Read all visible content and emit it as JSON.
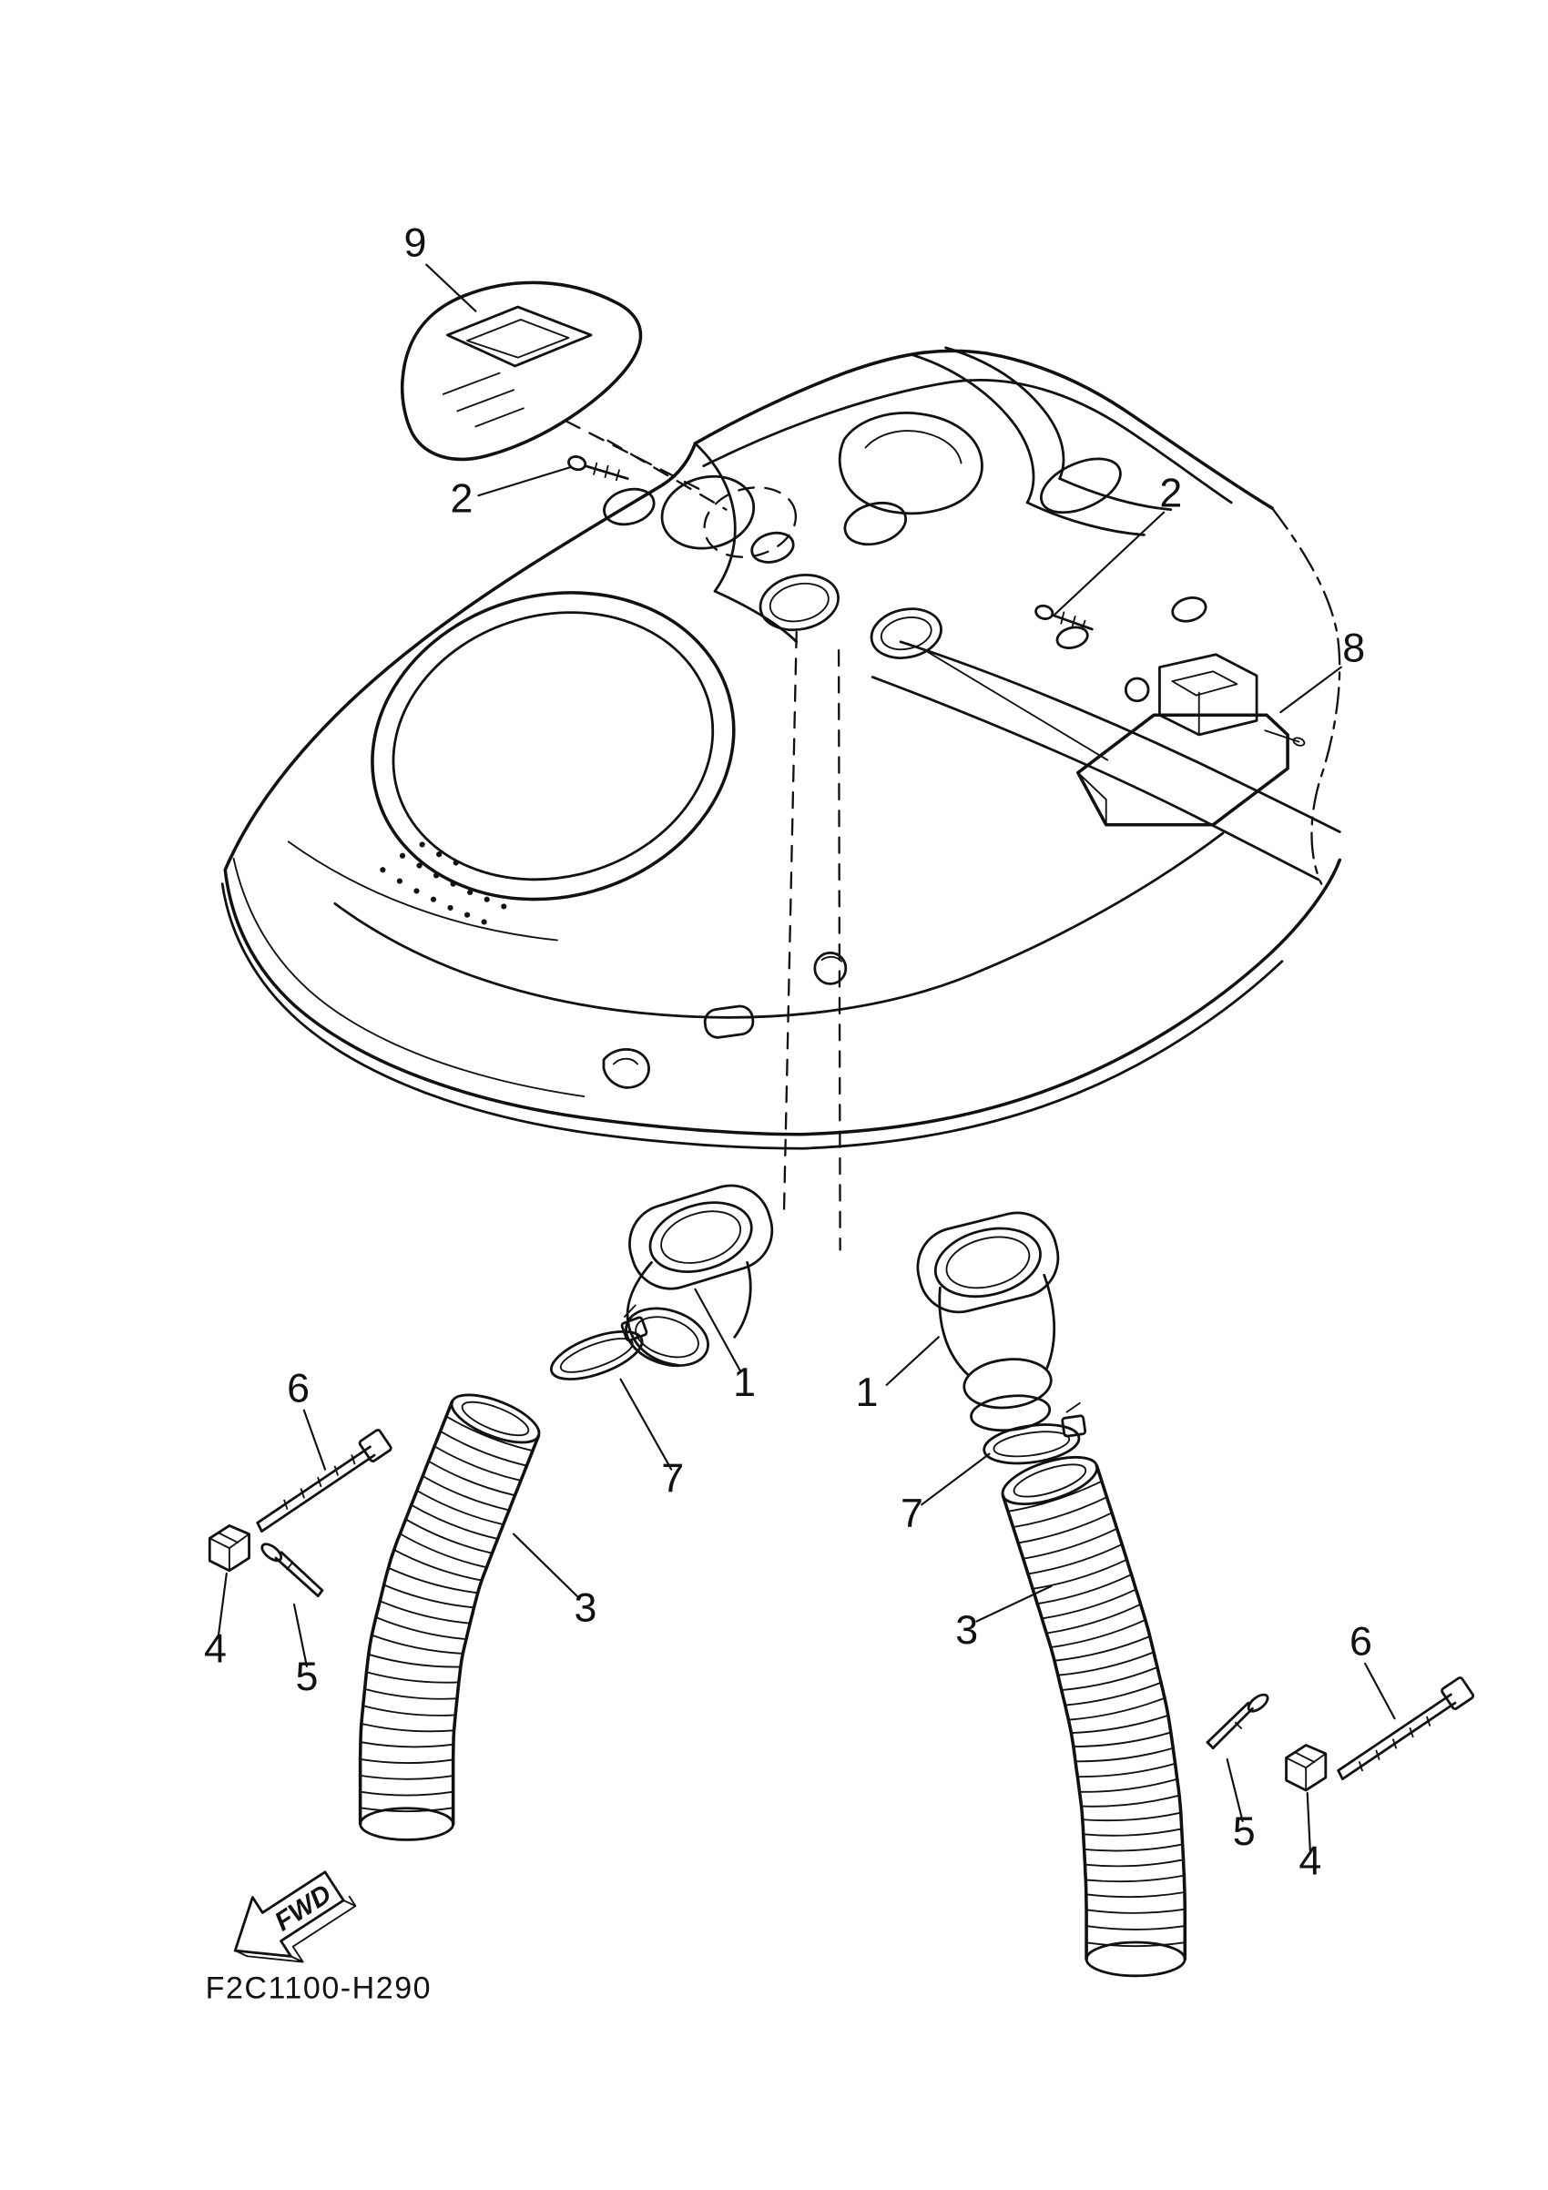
{
  "diagram": {
    "drawing_code": "F2C1100-H290",
    "fwd_label": "FWD",
    "colors": {
      "ink": "#111111",
      "paper": "#ffffff"
    },
    "callouts": [
      "9",
      "2",
      "2",
      "8",
      "1",
      "1",
      "7",
      "7",
      "6",
      "3",
      "3",
      "4",
      "5",
      "5",
      "4",
      "6"
    ]
  }
}
